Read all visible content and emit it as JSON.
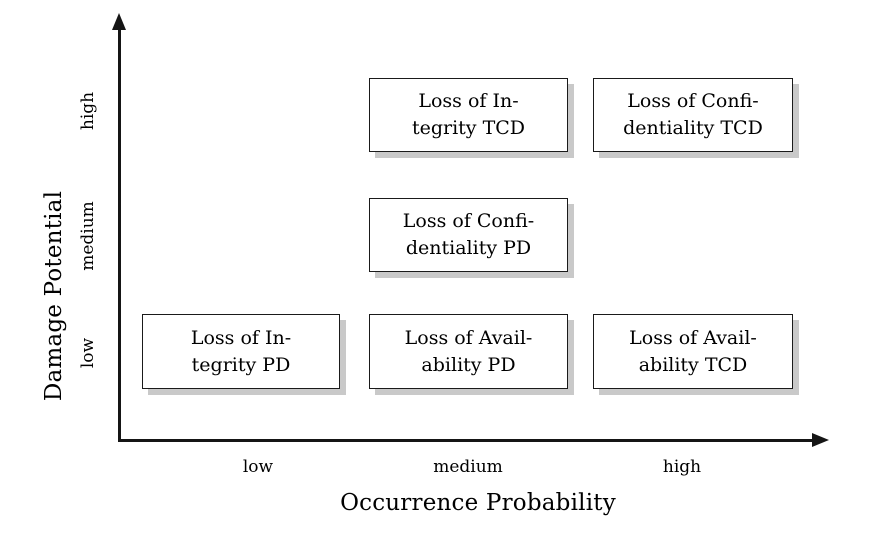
{
  "chart_data": {
    "type": "scatter",
    "title": "",
    "xlabel": "Occurrence Probability",
    "ylabel": "Damage Potential",
    "x_categories": [
      "low",
      "medium",
      "high"
    ],
    "y_categories": [
      "low",
      "medium",
      "high"
    ],
    "grid": false,
    "legend": "none",
    "points": [
      {
        "x": "medium",
        "y": "high",
        "label": "Loss of Integrity TCD"
      },
      {
        "x": "high",
        "y": "high",
        "label": "Loss of Confidentiality TCD"
      },
      {
        "x": "medium",
        "y": "medium",
        "label": "Loss of Confidentiality PD"
      },
      {
        "x": "low",
        "y": "low",
        "label": "Loss of Integrity PD"
      },
      {
        "x": "medium",
        "y": "low",
        "label": "Loss of Availability PD"
      },
      {
        "x": "high",
        "y": "low",
        "label": "Loss of Availability TCD"
      }
    ]
  },
  "axes": {
    "y_title": "Damage Potential",
    "x_title": "Occurrence Probability",
    "y_ticks": {
      "high": "high",
      "medium": "medium",
      "low": "low"
    },
    "x_ticks": {
      "low": "low",
      "medium": "medium",
      "high": "high"
    }
  },
  "boxes": {
    "integrity_tcd": {
      "line1": "Loss of In-",
      "line2": "tegrity TCD"
    },
    "confidentiality_tcd": {
      "line1": "Loss of Confi-",
      "line2": "dentiality TCD"
    },
    "confidentiality_pd": {
      "line1": "Loss of Confi-",
      "line2": "dentiality PD"
    },
    "integrity_pd": {
      "line1": "Loss of In-",
      "line2": "tegrity PD"
    },
    "availability_pd": {
      "line1": "Loss of Avail-",
      "line2": "ability PD"
    },
    "availability_tcd": {
      "line1": "Loss of Avail-",
      "line2": "ability TCD"
    }
  },
  "colors": {
    "box_border": "#1a1a1a",
    "box_shadow": "#c9c9c9",
    "box_fill": "#ffffff",
    "axis": "#151515",
    "background": "#ffffff"
  }
}
